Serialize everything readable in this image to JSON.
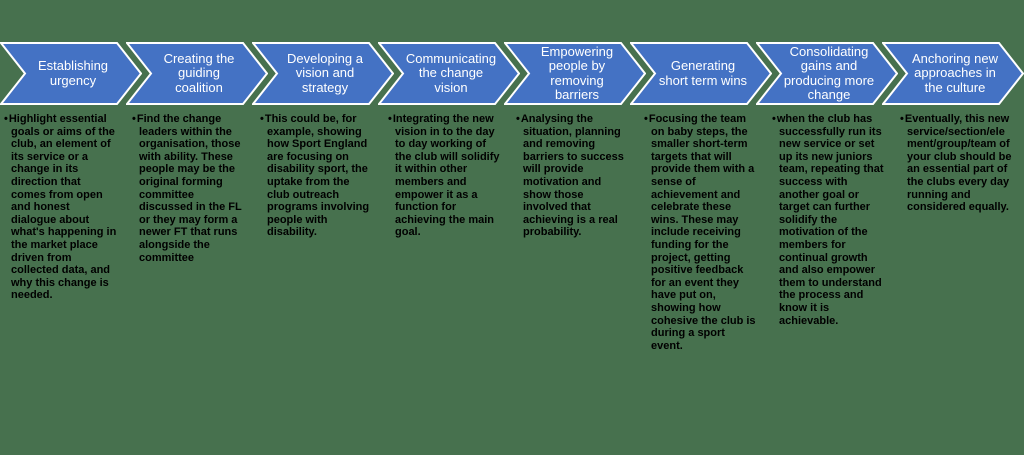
{
  "diagram": {
    "type": "process-chevron",
    "step_count": 8
  },
  "colors": {
    "background": "#47714E",
    "arrow_fill": "#4472C4",
    "arrow_border": "#FFFFFF",
    "title_text": "#FFFFFF",
    "body_text": "#000000"
  },
  "bullet_glyph": "•",
  "steps": [
    {
      "title": "Establishing urgency",
      "body": "Highlight essential goals or aims of the club, an element of its service or a change in its direction that comes from open and honest dialogue about what's happening in the market place driven from collected data, and why this change is needed."
    },
    {
      "title": "Creating the guiding coalition",
      "body": "Find the change leaders within the organisation, those with ability. These people may be the original forming committee discussed in the FL or they may form a newer FT that runs alongside the committee"
    },
    {
      "title": "Developing a vision and strategy",
      "body": "This could be, for example, showing how Sport England are focusing on disability sport, the uptake from the club outreach programs involving people with disability."
    },
    {
      "title": "Communicating the change vision",
      "body": "Integrating the new vision in to the day to day working of the club will solidify it within other members and empower it as a function for achieving the main goal."
    },
    {
      "title": "Empowering people by removing barriers",
      "body": "Analysing the situation, planning and removing barriers to success will provide motivation and show those involved that achieving is a real probability."
    },
    {
      "title": "Generating short term wins",
      "body": "Focusing the team on baby steps, the smaller short-term targets that will provide them with a sense of achievement and celebrate these wins.  These may include receiving funding for the project, getting positive feedback for an event they have put on, showing how cohesive the club is during a sport event."
    },
    {
      "title": "Consolidating gains and producing more change",
      "body": "when the club has successfully run its new service or set up its new juniors team, repeating that success with another goal or target can further solidify the motivation of the members for continual growth and also empower them to understand the process and know it is achievable."
    },
    {
      "title": "Anchoring new approaches in the culture",
      "body": "Eventually, this new service/section/element/group/team of your club should be an essential part of the clubs every day running and considered equally."
    }
  ]
}
